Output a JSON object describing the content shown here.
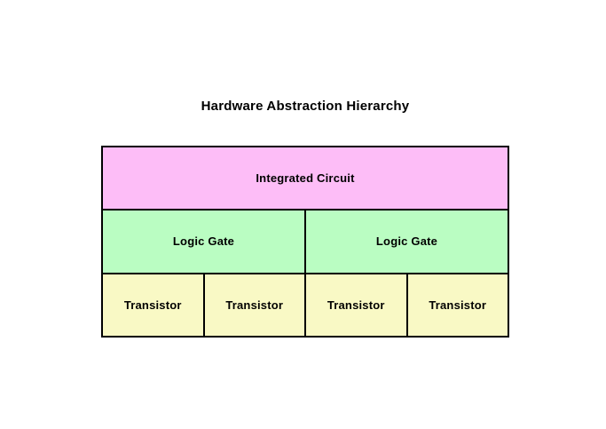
{
  "title": "Hardware Abstraction Hierarchy",
  "diagram": {
    "border_color": "#000000",
    "text_color": "#000000",
    "background_color": "#ffffff",
    "layers": [
      {
        "id": "integrated-circuit",
        "fill": "#fdbdf7",
        "cells": [
          "Integrated Circuit"
        ]
      },
      {
        "id": "logic-gate",
        "fill": "#bafdc2",
        "cells": [
          "Logic Gate",
          "Logic Gate"
        ]
      },
      {
        "id": "transistor",
        "fill": "#f9f9c5",
        "cells": [
          "Transistor",
          "Transistor",
          "Transistor",
          "Transistor"
        ]
      }
    ]
  }
}
